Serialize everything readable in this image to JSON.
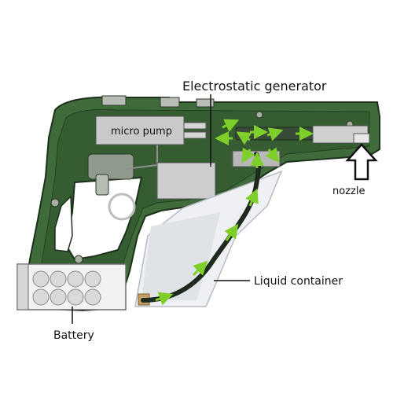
{
  "labels": {
    "micro_pump": "micro pump",
    "generator": "Electrostatic generator",
    "nozzle": "nozzle",
    "container": "Liquid container",
    "battery": "Battery"
  },
  "colors": {
    "body_green": "#3f6b3a",
    "body_dark": "#243f22",
    "flow_arrow": "#7fcf2a",
    "tube": "#1e2a1e",
    "component_gray": "#c9c9c9",
    "cell_gray": "#d9d9d9",
    "container_fill": "#eef0f3"
  },
  "icons": {
    "flow": "flow-arrow-icon",
    "nozzle_pointer": "hollow-up-arrow-icon",
    "battery_cell": "battery-cell-icon"
  }
}
